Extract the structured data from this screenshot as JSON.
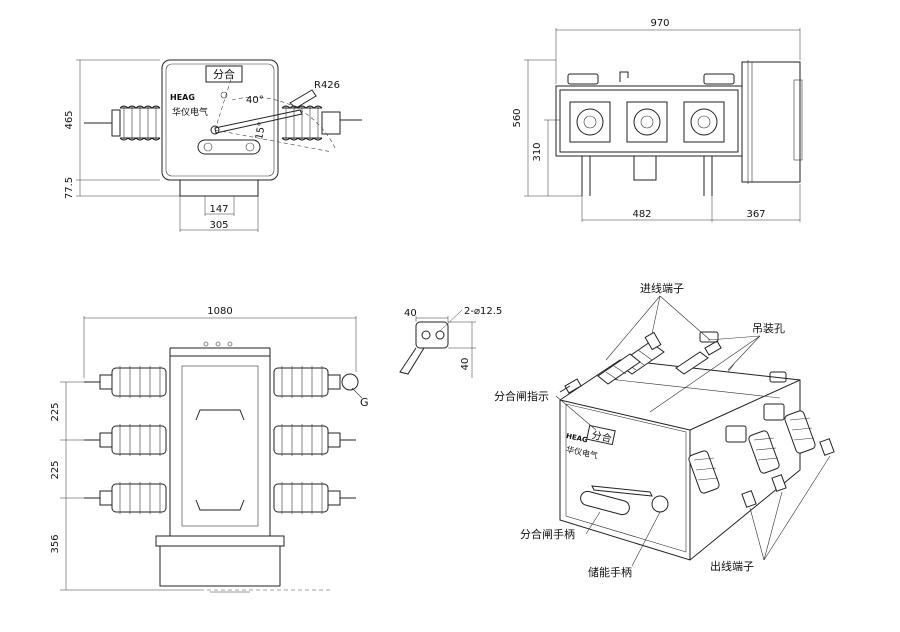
{
  "views": {
    "front": {
      "dims": {
        "height": "465",
        "base": "77.5",
        "w1": "147",
        "w2": "305",
        "radius": "R426",
        "angle": "40°",
        "angle2": "15°"
      },
      "panel_text": "分合",
      "brand_logo": "HEAG",
      "brand_cn": "华仪电气"
    },
    "side": {
      "dims": {
        "width": "970",
        "height": "560",
        "h2": "310",
        "w1": "482",
        "w2": "367"
      }
    },
    "top": {
      "dims": {
        "width": "1080",
        "g1": "225",
        "g2": "225",
        "g3": "356"
      },
      "ground_mark": "G"
    },
    "bracket": {
      "dims": {
        "w": "40",
        "hole": "2-⌀12.5",
        "h": "40"
      }
    },
    "iso": {
      "labels": {
        "inlet": "进线端子",
        "lift": "吊装孔",
        "indicator": "分合闸指示",
        "handle": "分合闸手柄",
        "storage": "储能手柄",
        "outlet": "出线端子"
      },
      "panel_text": "分合",
      "brand_logo": "HEAG",
      "brand_cn": "华仪电气"
    }
  }
}
